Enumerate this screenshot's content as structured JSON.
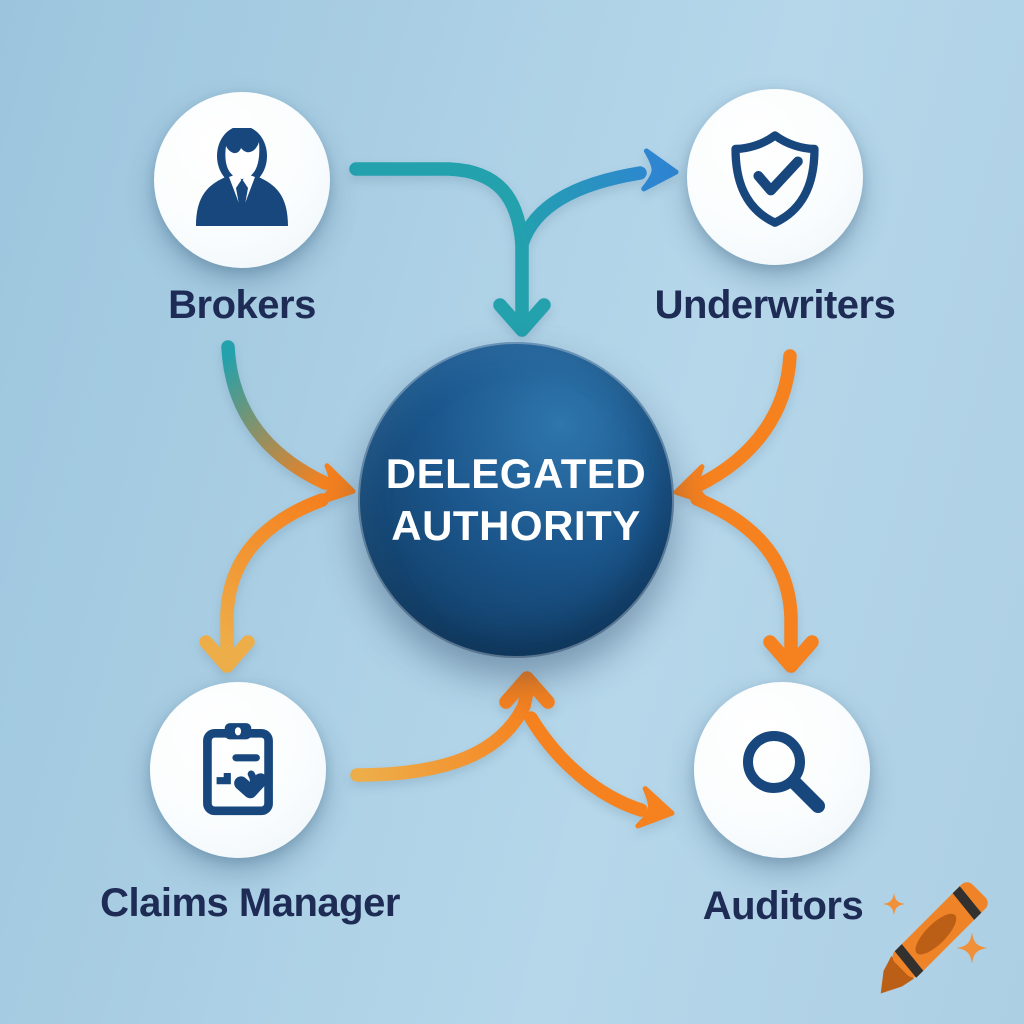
{
  "center": {
    "line1": "DELEGATED",
    "line2": "AUTHORITY"
  },
  "nodes": [
    {
      "id": "brokers",
      "label": "Brokers",
      "icon": "person-icon"
    },
    {
      "id": "underwriters",
      "label": "Underwriters",
      "icon": "shield-check-icon"
    },
    {
      "id": "claims-manager",
      "label": "Claims Manager",
      "icon": "clipboard-checklist-icon"
    },
    {
      "id": "auditors",
      "label": "Auditors",
      "icon": "magnifying-glass-icon"
    }
  ],
  "connections": [
    {
      "from": "Brokers",
      "to": "Delegated Authority",
      "side": "top",
      "color": "teal"
    },
    {
      "from": "Brokers",
      "to": "Underwriters",
      "side": "top",
      "color": "blue"
    },
    {
      "from": "Brokers",
      "to": "Delegated Authority",
      "side": "left",
      "color": "teal-to-orange"
    },
    {
      "from": "Brokers",
      "to": "Claims Manager",
      "side": "left",
      "color": "amber"
    },
    {
      "from": "Underwriters",
      "to": "Delegated Authority",
      "side": "right",
      "color": "orange"
    },
    {
      "from": "Underwriters",
      "to": "Auditors",
      "side": "right",
      "color": "orange"
    },
    {
      "from": "Claims Manager",
      "to": "Delegated Authority",
      "side": "bottom",
      "color": "orange"
    },
    {
      "from": "Claims Manager",
      "to": "Auditors",
      "side": "bottom",
      "color": "orange"
    }
  ],
  "watermark": {
    "icon": "crayon-icon"
  },
  "colors": {
    "background_left": "#9cc5dd",
    "background_right": "#b6d7ea",
    "node_fill": "#fafdfe",
    "icon_navy": "#17477d",
    "label_navy": "#1d2b55",
    "center_light": "#2e76ad",
    "center_mid": "#1b568c",
    "center_dark": "#123e66",
    "title_white": "#ffffff",
    "teal": "#23a1ad",
    "blue": "#2e86d1",
    "orange": "#f5811f",
    "amber": "#edae49",
    "crayon_body": "#ee8327",
    "crayon_dark": "#bc5f16",
    "crayon_stripe": "#33312f",
    "sparkle_orange": "#f09038"
  }
}
